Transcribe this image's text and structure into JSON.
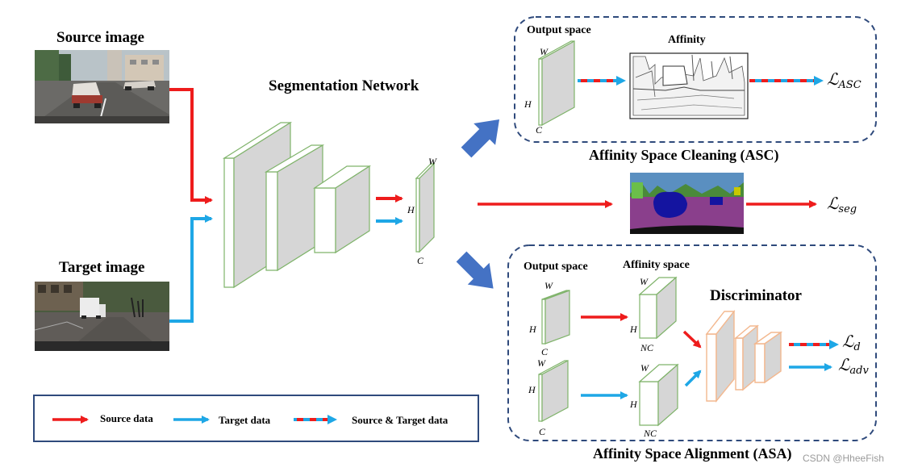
{
  "source_image": {
    "title": "Source image"
  },
  "target_image": {
    "title": "Target image"
  },
  "segmentation": {
    "title": "Segmentation Network"
  },
  "feature": {
    "w": "W",
    "h": "H",
    "c": "C"
  },
  "asc": {
    "title": "Affinity Space Cleaning (ASC)",
    "output_space": "Output space",
    "affinity": "Affinity",
    "w": "W",
    "h": "H",
    "c": "C",
    "loss_symbol": "ℒ",
    "loss_sub": "ASC"
  },
  "seg_loss": {
    "loss_symbol": "ℒ",
    "loss_sub": "seg"
  },
  "asa": {
    "title": "Affinity Space Alignment (ASA)",
    "output_space": "Output space",
    "affinity_space": "Affinity space",
    "discriminator": "Discriminator",
    "top_w": "W",
    "top_h": "H",
    "top_c": "C",
    "bot_w": "W",
    "bot_h": "H",
    "bot_c": "C",
    "aff_top_w": "W",
    "aff_top_h": "H",
    "aff_top_nc": "NC",
    "aff_bot_w": "W",
    "aff_bot_h": "H",
    "aff_bot_nc": "NC",
    "loss_d_symbol": "ℒ",
    "loss_d_sub": "d",
    "loss_adv_symbol": "ℒ",
    "loss_adv_sub": "adv"
  },
  "legend": {
    "source": "Source data",
    "target": "Target data",
    "both": "Source & Target data"
  },
  "colors": {
    "source": "#ee1c1c",
    "target": "#1ea7e6",
    "box_green": "#7fb36a",
    "box_orange": "#f3b88f",
    "face_gray": "#d6d6d6",
    "dashed": "#2f4a7c",
    "legend_border": "#2f4a7c",
    "big_arrow": "#4472c4"
  },
  "watermark": "CSDN @HheeFish"
}
